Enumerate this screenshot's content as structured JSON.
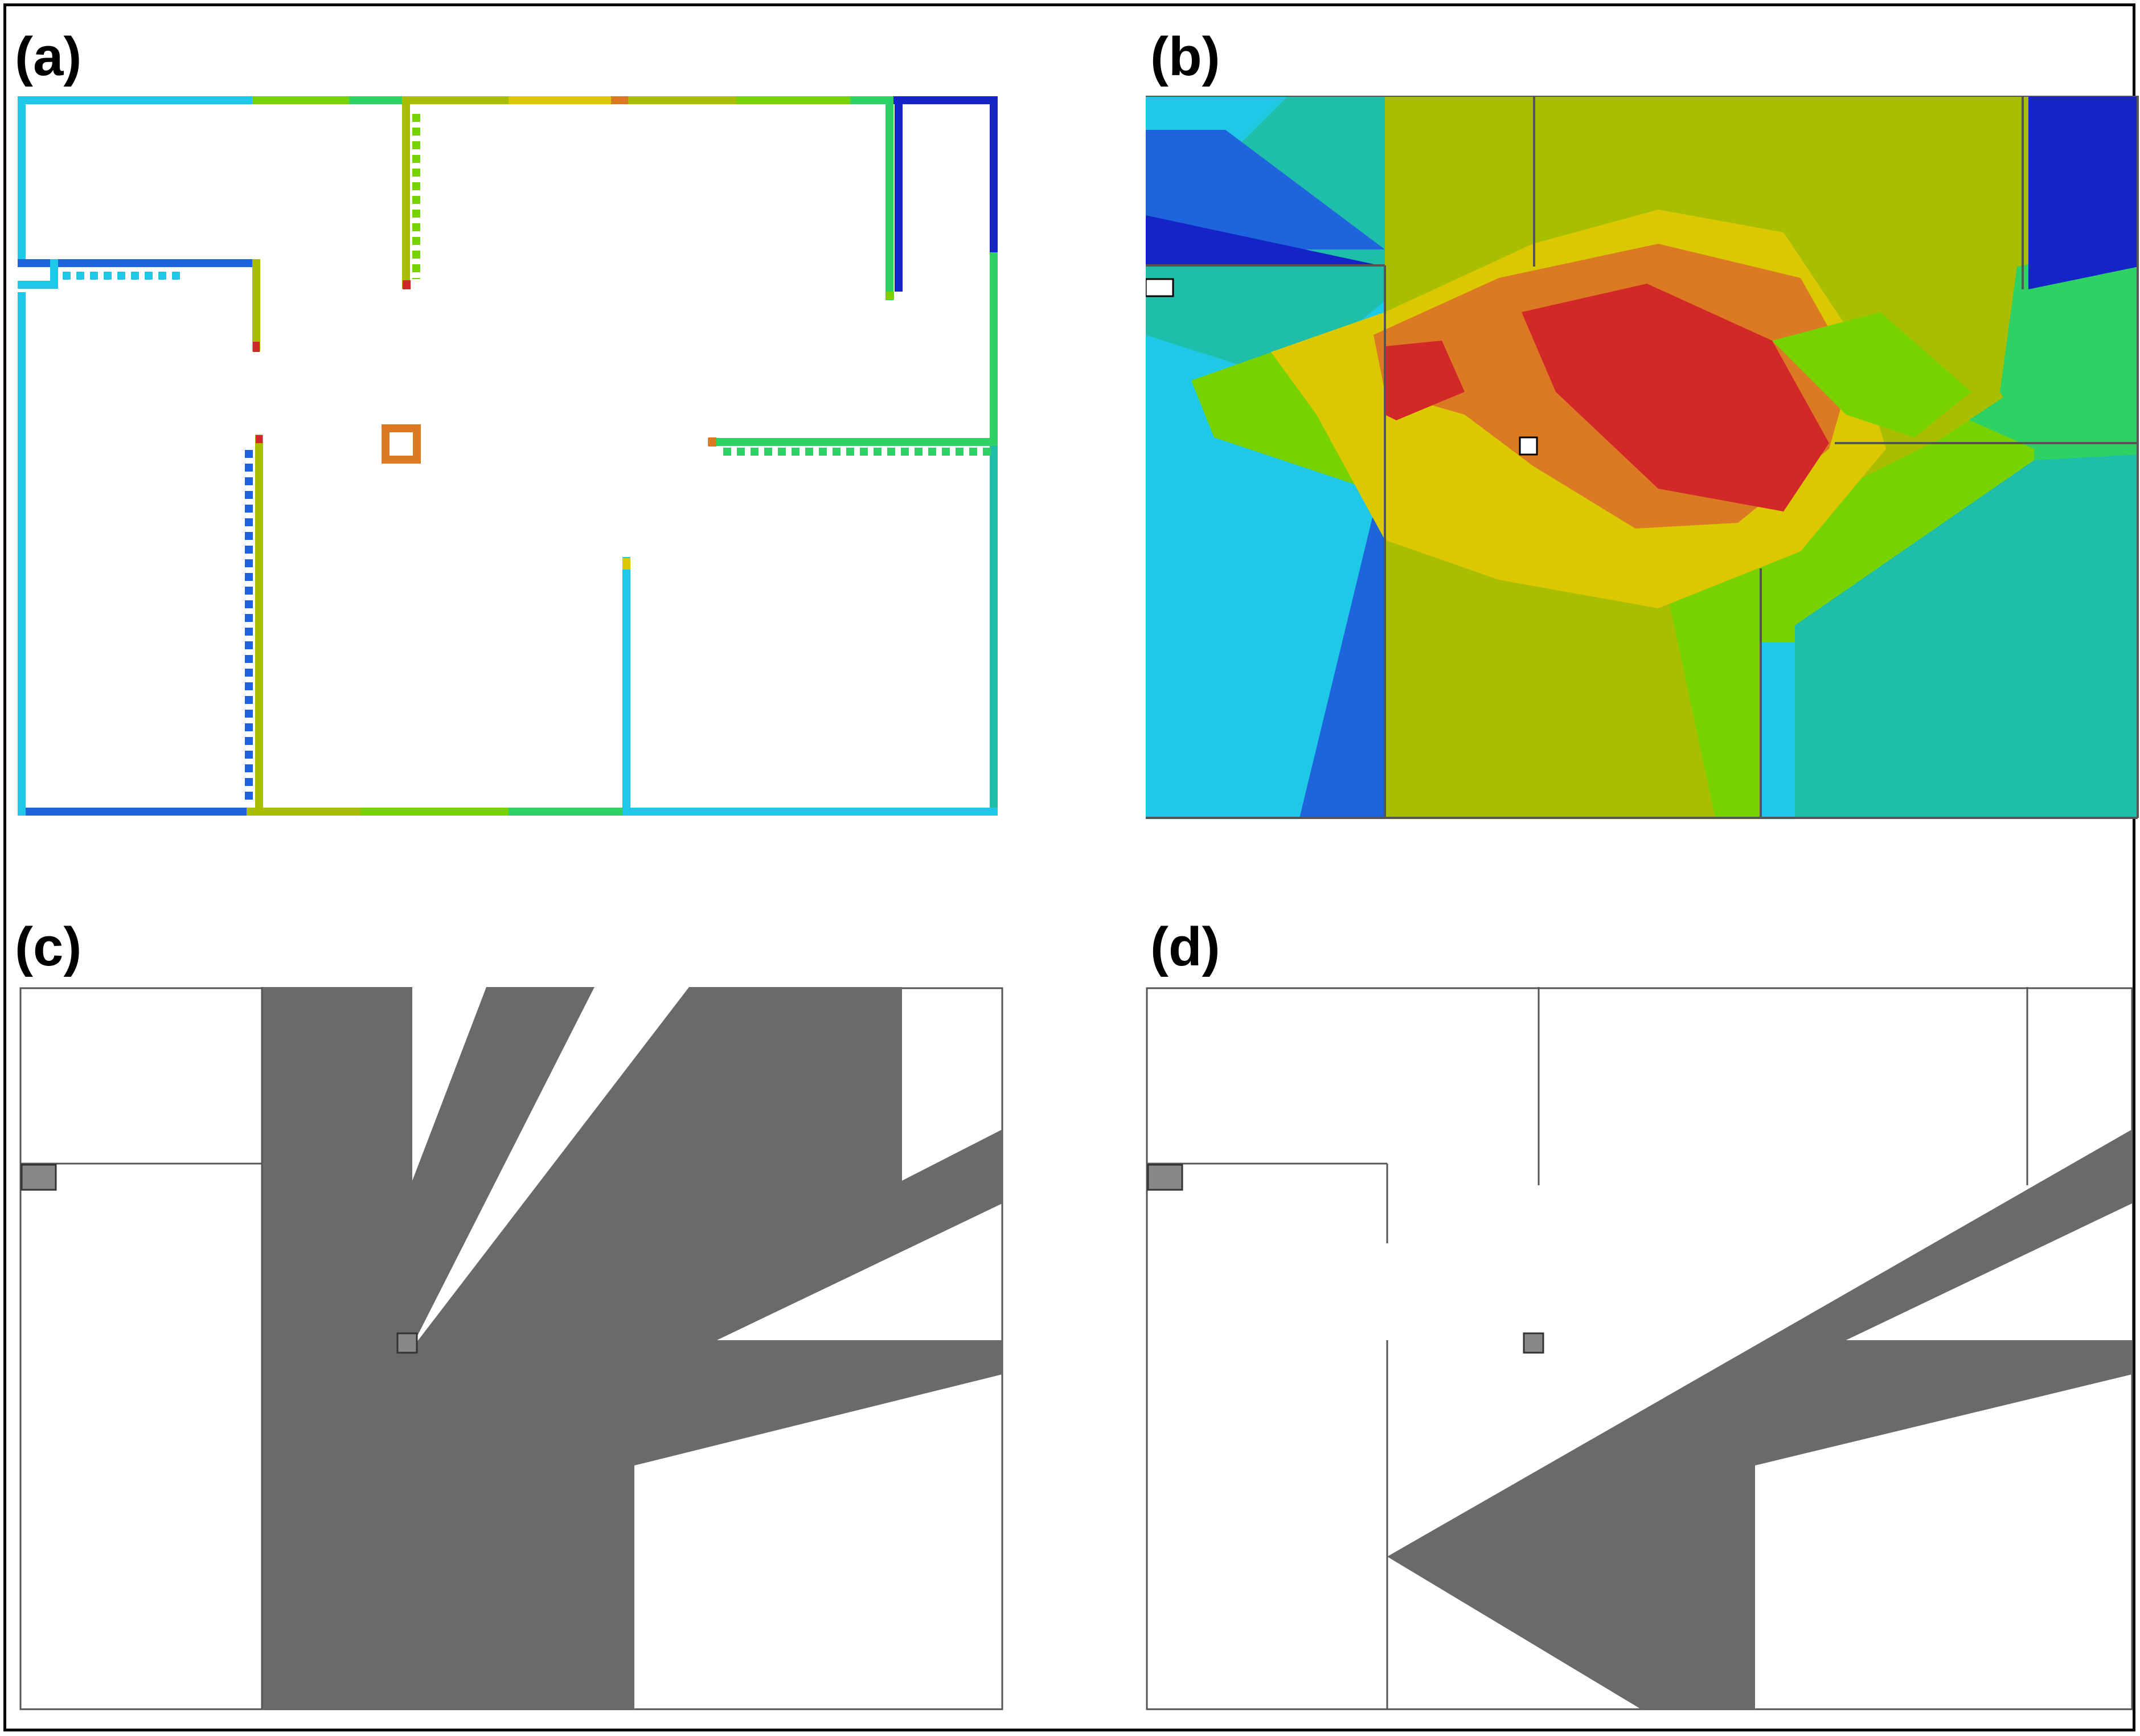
{
  "panels": [
    {
      "id": "a",
      "label": "(a)",
      "content": "wall-field-map"
    },
    {
      "id": "b",
      "label": "(b)",
      "content": "floor-field-heatmap"
    },
    {
      "id": "c",
      "label": "(c)",
      "content": "visibility-region-full"
    },
    {
      "id": "d",
      "label": "(d)",
      "content": "visibility-region-partial"
    }
  ],
  "colors": {
    "dark_blue": "#1424c8",
    "blue": "#1e64dc",
    "light_blue": "#1ec8e6",
    "teal": "#1ebeaa",
    "green": "#2ed264",
    "lime": "#78d200",
    "olive": "#aabe00",
    "yellow": "#dcc800",
    "orange": "#dc7a24",
    "red": "#d22828",
    "shadow_gray": "#6a6a6a",
    "wall_gray": "#555555"
  }
}
